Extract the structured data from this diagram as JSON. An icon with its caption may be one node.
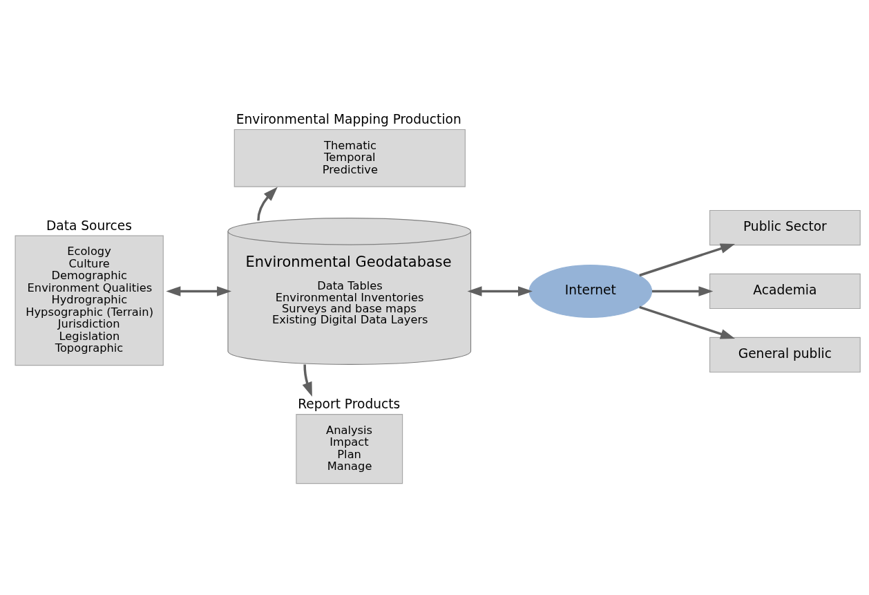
{
  "diagram": {
    "nodes": [
      {
        "text": [
          "Data Sources",
          "Ecology",
          "Culture",
          "Demographic",
          "Environment Qualities",
          "Hydrographic",
          "Hypsographic (Terrain)",
          "Jurisdiction",
          "Legislation",
          "Topographic"
        ]
      },
      {
        "text": [
          "Environmental Mapping Production",
          "Thematic",
          "Temporal",
          "Predictive"
        ]
      },
      {
        "text": [
          "Environmental Geodatabase",
          "Data Tables",
          "Environmental Inventories",
          "Surveys and base maps",
          "Existing Digital Data Layers"
        ]
      },
      {
        "text": [
          "Report Products",
          "Analysis",
          "Impact",
          "Plan",
          "Manage"
        ]
      },
      {
        "text": [
          "Internet"
        ]
      },
      {
        "text": [
          "Public Sector"
        ]
      },
      {
        "text": [
          "Academia"
        ]
      },
      {
        "text": [
          "General public"
        ]
      }
    ],
    "edges": [
      {
        "from": 0,
        "to": 2,
        "arrow": "both"
      },
      {
        "from": 2,
        "to": 1,
        "arrow": "to"
      },
      {
        "from": 2,
        "to": 3,
        "arrow": "to"
      },
      {
        "from": 2,
        "to": 4,
        "arrow": "both"
      },
      {
        "from": 4,
        "to": 5,
        "arrow": "to"
      },
      {
        "from": 4,
        "to": 6,
        "arrow": "to"
      },
      {
        "from": 4,
        "to": 7,
        "arrow": "to"
      }
    ]
  }
}
